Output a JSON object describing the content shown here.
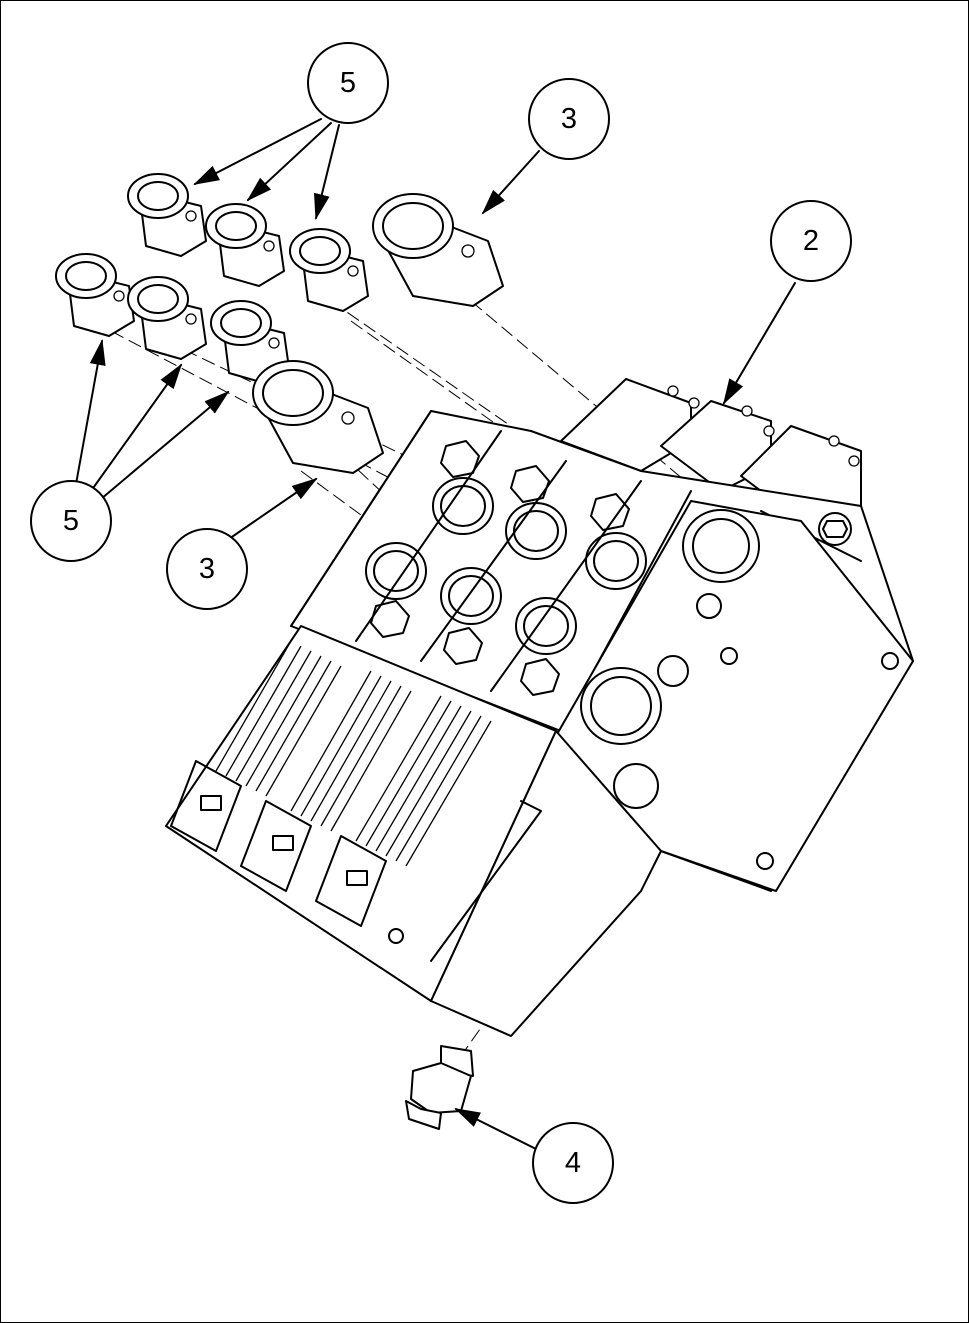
{
  "figure": {
    "callouts": [
      {
        "id": "callout-5-top",
        "label": "5"
      },
      {
        "id": "callout-3-top",
        "label": "3"
      },
      {
        "id": "callout-2",
        "label": "2"
      },
      {
        "id": "callout-5-left",
        "label": "5"
      },
      {
        "id": "callout-3-bottom",
        "label": "3"
      },
      {
        "id": "callout-4",
        "label": "4"
      }
    ],
    "colors": {
      "line": "#000000",
      "background": "#ffffff"
    }
  }
}
